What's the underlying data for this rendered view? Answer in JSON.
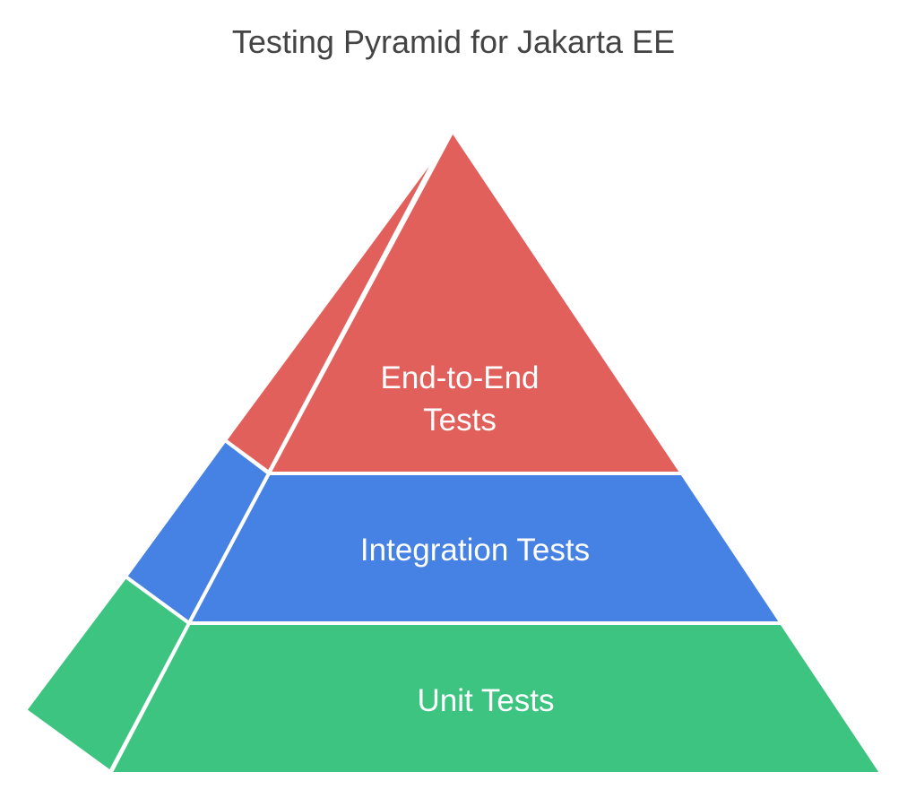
{
  "title": "Testing Pyramid for Jakarta EE",
  "colors": {
    "top": "#E2605B",
    "middle": "#4681E4",
    "bottom": "#3DC480",
    "title": "#444444"
  },
  "layers": [
    {
      "id": "top",
      "line1": "End-to-End",
      "line2": "Tests"
    },
    {
      "id": "middle",
      "label": "Integration Tests"
    },
    {
      "id": "bottom",
      "label": "Unit Tests"
    }
  ]
}
